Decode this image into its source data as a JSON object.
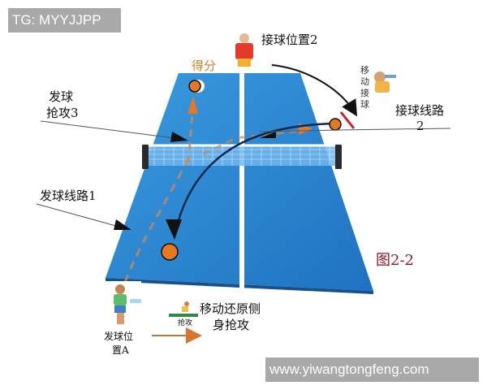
{
  "watermarks": {
    "top": "TG: MYYJJPP",
    "bottom": "www.yiwangtongfeng.com"
  },
  "figure": {
    "title": "图2-2",
    "colors": {
      "table": "#2f8fd8",
      "table_dark": "#1f6fb8",
      "ball": "#e87722",
      "arrow_orange": "#e0792b",
      "label_red": "#8b1a2b",
      "score_label": "#c8862a"
    }
  },
  "labels": {
    "receive_position": "接球位置2",
    "score": "得分",
    "move_receive": [
      "移",
      "动",
      "接",
      "球"
    ],
    "receive_route_line1": "接球线路",
    "receive_route_line2": "2",
    "serve_attack_line1": "发球",
    "serve_attack_line2": "抢攻3",
    "serve_route": "发球线路1",
    "serve_position_line1": "发球位",
    "serve_position_line2": "置A",
    "attack_small": "抢攻",
    "move_back_line1": "移动还原侧",
    "move_back_line2": "身抢攻"
  }
}
